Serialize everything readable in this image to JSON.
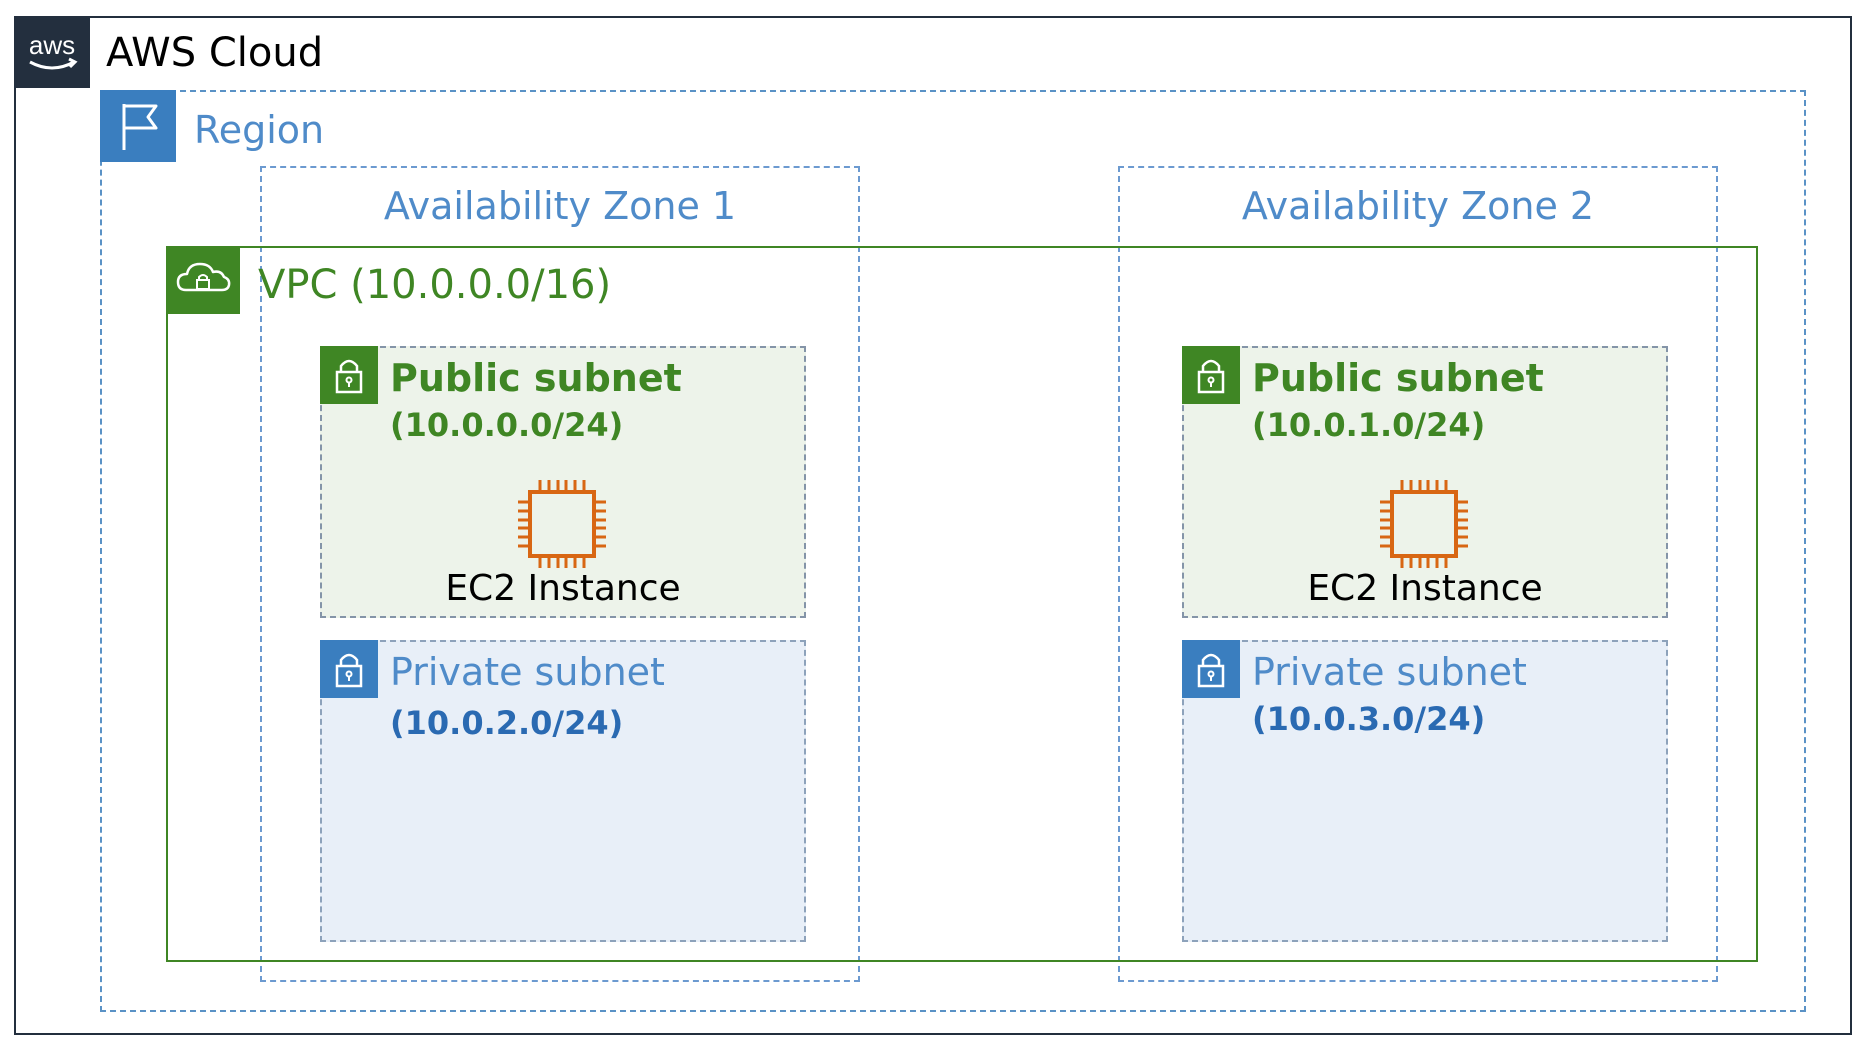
{
  "cloud": {
    "title": "AWS Cloud",
    "logo_text": "aws"
  },
  "region": {
    "title": "Region"
  },
  "zones": [
    {
      "title": "Availability Zone 1"
    },
    {
      "title": "Availability Zone 2"
    }
  ],
  "vpc": {
    "title": "VPC (10.0.0.0/16)"
  },
  "subnets": {
    "public_1": {
      "name": "Public subnet",
      "cidr": "(10.0.0.0/24)",
      "instance": "EC2 Instance"
    },
    "public_2": {
      "name": "Public subnet",
      "cidr": "(10.0.1.0/24)",
      "instance": "EC2 Instance"
    },
    "private_1": {
      "name": "Private subnet",
      "cidr": "(10.0.2.0/24)"
    },
    "private_2": {
      "name": "Private subnet",
      "cidr": "(10.0.3.0/24)"
    }
  },
  "icons": [
    "aws-logo-icon",
    "region-flag-icon",
    "vpc-cloud-lock-icon",
    "lock-icon",
    "ec2-chip-icon"
  ],
  "colors": {
    "aws_dark": "#232f3e",
    "region_blue": "#3a7ebf",
    "vpc_green": "#3f8624",
    "ec2_orange": "#d86613",
    "public_fill": "#edf3ea",
    "private_fill": "#e8eff8"
  }
}
